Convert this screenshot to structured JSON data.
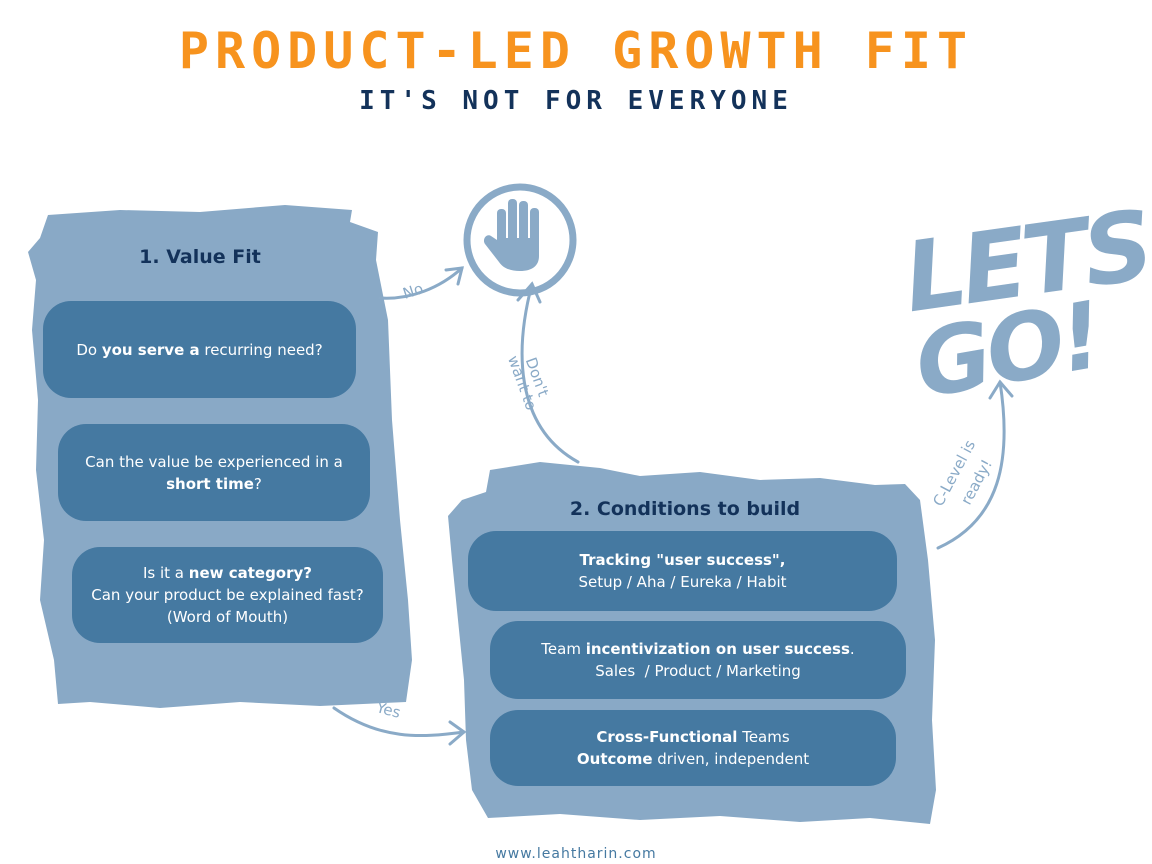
{
  "header": {
    "title": "PRODUCT-LED GROWTH FIT",
    "subtitle": "IT'S NOT FOR EVERYONE"
  },
  "value_fit": {
    "heading": "1. Value Fit",
    "items": [
      {
        "parts": [
          {
            "t": "Do ",
            "b": false
          },
          {
            "t": "you serve a",
            "b": true
          },
          {
            "t": " recurring need?",
            "b": false
          }
        ]
      },
      {
        "parts": [
          {
            "t": "Can the value be experienced in a",
            "b": false
          },
          {
            "t": "\n",
            "b": false
          },
          {
            "t": "short time",
            "b": true
          },
          {
            "t": "?",
            "b": false
          }
        ]
      },
      {
        "parts": [
          {
            "t": "Is it a ",
            "b": false
          },
          {
            "t": "new category?",
            "b": true
          },
          {
            "t": "\n",
            "b": false
          },
          {
            "t": "Can your product be explained fast?",
            "b": false
          },
          {
            "t": "\n",
            "b": false
          },
          {
            "t": "(Word of Mouth)",
            "b": false
          }
        ]
      }
    ]
  },
  "conditions": {
    "heading": "2. Conditions to build",
    "items": [
      {
        "parts": [
          {
            "t": "Tracking \"user success\",",
            "b": true
          },
          {
            "t": "\n",
            "b": false
          },
          {
            "t": "Setup / Aha / Eureka / Habit",
            "b": false
          }
        ]
      },
      {
        "parts": [
          {
            "t": "Team ",
            "b": false
          },
          {
            "t": "incentivization on user success",
            "b": true
          },
          {
            "t": ".",
            "b": false
          },
          {
            "t": "\n",
            "b": false
          },
          {
            "t": "Sales  / Product / Marketing",
            "b": false
          }
        ]
      },
      {
        "parts": [
          {
            "t": "Cross-Functional",
            "b": true
          },
          {
            "t": " Teams",
            "b": false
          },
          {
            "t": "\n",
            "b": false
          },
          {
            "t": "Outcome",
            "b": true
          },
          {
            "t": " driven, independent",
            "b": false
          }
        ]
      }
    ]
  },
  "arrows": {
    "no": "No",
    "yes": "Yes",
    "dont_line1": "Don't",
    "dont_line2": "want to",
    "clevel_line1": "C-Level is",
    "clevel_line2": "ready!"
  },
  "lets_go": {
    "line1": "LETS",
    "line2": "GO!"
  },
  "icons": {
    "stop": "raised-hand-stop-icon"
  },
  "colors": {
    "title": "#f7931e",
    "subtitle": "#13325a",
    "panel": "#89a9c6",
    "pill": "#4579a1",
    "accent": "#8aaac7"
  },
  "footer": {
    "url": "www.leahtharin.com"
  }
}
